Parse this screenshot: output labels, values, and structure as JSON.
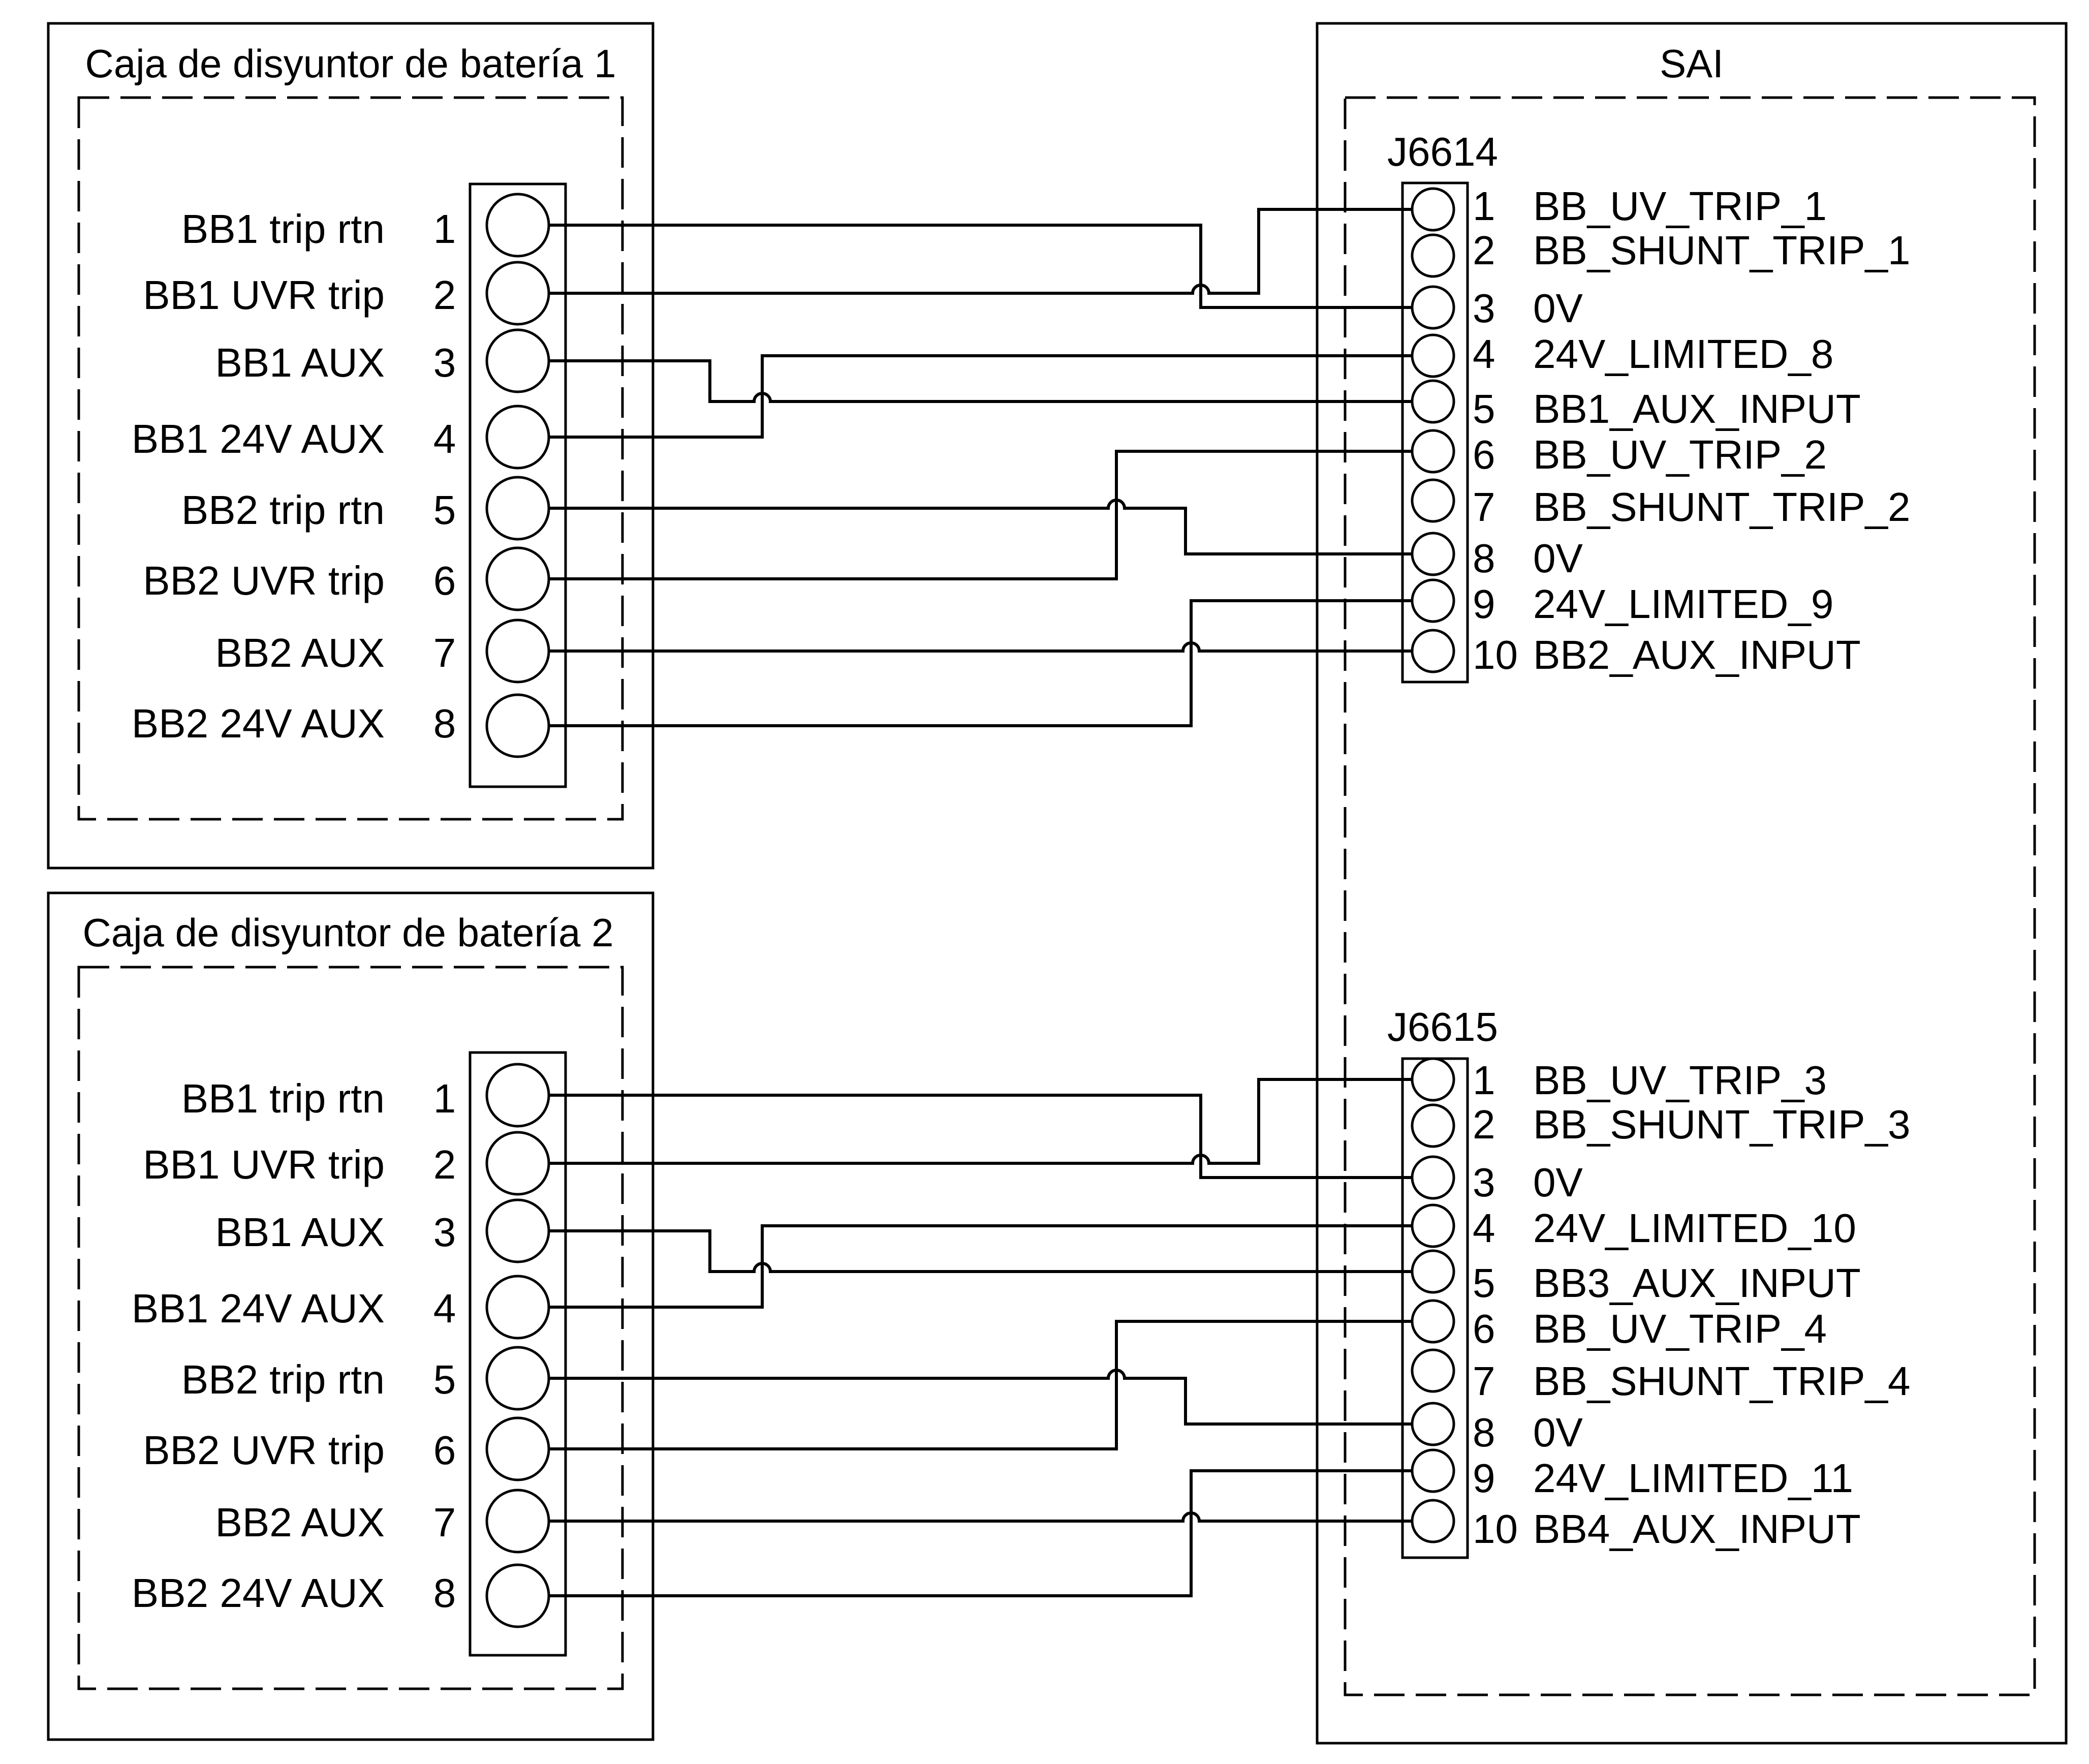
{
  "breaker_box_1": {
    "title": "Caja de disyuntor de batería 1",
    "terminals": [
      {
        "label": "BB1 trip rtn",
        "num": "1"
      },
      {
        "label": "BB1 UVR trip",
        "num": "2"
      },
      {
        "label": "BB1 AUX",
        "num": "3"
      },
      {
        "label": "BB1 24V AUX",
        "num": "4"
      },
      {
        "label": "BB2 trip rtn",
        "num": "5"
      },
      {
        "label": "BB2 UVR trip",
        "num": "6"
      },
      {
        "label": "BB2 AUX",
        "num": "7"
      },
      {
        "label": "BB2 24V AUX",
        "num": "8"
      }
    ]
  },
  "breaker_box_2": {
    "title": "Caja de disyuntor de batería 2",
    "terminals": [
      {
        "label": "BB1 trip rtn",
        "num": "1"
      },
      {
        "label": "BB1 UVR trip",
        "num": "2"
      },
      {
        "label": "BB1 AUX",
        "num": "3"
      },
      {
        "label": "BB1 24V AUX",
        "num": "4"
      },
      {
        "label": "BB2 trip rtn",
        "num": "5"
      },
      {
        "label": "BB2 UVR trip",
        "num": "6"
      },
      {
        "label": "BB2 AUX",
        "num": "7"
      },
      {
        "label": "BB2 24V AUX",
        "num": "8"
      }
    ]
  },
  "ups": {
    "title": "SAI",
    "connector_1": {
      "name": "J6614",
      "pins": [
        {
          "num": "1",
          "signal": "BB_UV_TRIP_1"
        },
        {
          "num": "2",
          "signal": "BB_SHUNT_TRIP_1"
        },
        {
          "num": "3",
          "signal": "0V"
        },
        {
          "num": "4",
          "signal": "24V_LIMITED_8"
        },
        {
          "num": "5",
          "signal": "BB1_AUX_INPUT"
        },
        {
          "num": "6",
          "signal": "BB_UV_TRIP_2"
        },
        {
          "num": "7",
          "signal": "BB_SHUNT_TRIP_2"
        },
        {
          "num": "8",
          "signal": "0V"
        },
        {
          "num": "9",
          "signal": "24V_LIMITED_9"
        },
        {
          "num": "10",
          "signal": "BB2_AUX_INPUT"
        }
      ]
    },
    "connector_2": {
      "name": "J6615",
      "pins": [
        {
          "num": "1",
          "signal": "BB_UV_TRIP_3"
        },
        {
          "num": "2",
          "signal": "BB_SHUNT_TRIP_3"
        },
        {
          "num": "3",
          "signal": "0V"
        },
        {
          "num": "4",
          "signal": "24V_LIMITED_10"
        },
        {
          "num": "5",
          "signal": "BB3_AUX_INPUT"
        },
        {
          "num": "6",
          "signal": "BB_UV_TRIP_4"
        },
        {
          "num": "7",
          "signal": "BB_SHUNT_TRIP_4"
        },
        {
          "num": "8",
          "signal": "0V"
        },
        {
          "num": "9",
          "signal": "24V_LIMITED_11"
        },
        {
          "num": "10",
          "signal": "BB4_AUX_INPUT"
        }
      ]
    }
  },
  "wiring": [
    {
      "from": "1",
      "to": "3"
    },
    {
      "from": "2",
      "to": "1"
    },
    {
      "from": "3",
      "to": "5"
    },
    {
      "from": "4",
      "to": "4"
    },
    {
      "from": "5",
      "to": "8"
    },
    {
      "from": "6",
      "to": "6"
    },
    {
      "from": "7",
      "to": "10"
    },
    {
      "from": "8",
      "to": "9"
    }
  ]
}
